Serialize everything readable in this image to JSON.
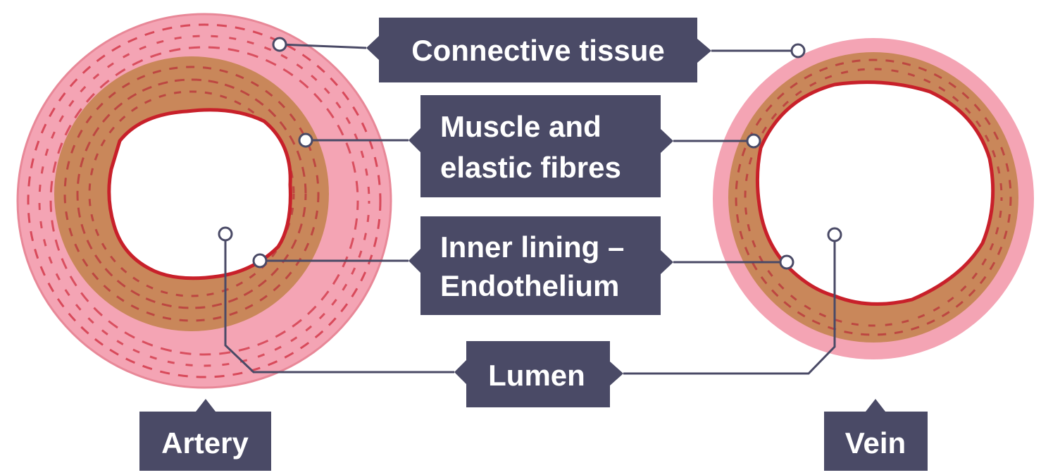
{
  "labels": {
    "connective_tissue": "Connective tissue",
    "muscle_line1": "Muscle and",
    "muscle_line2": "elastic fibres",
    "inner_line1": "Inner lining –",
    "inner_line2": "Endothelium",
    "lumen": "Lumen",
    "artery": "Artery",
    "vein": "Vein"
  },
  "colors": {
    "label_box": "#4a4a66",
    "leader_line": "#4a4a66",
    "connective_tissue": "#f4a4b4",
    "muscle": "#c9875a",
    "red_lining": "#c8202a",
    "lumen": "#ffffff"
  }
}
